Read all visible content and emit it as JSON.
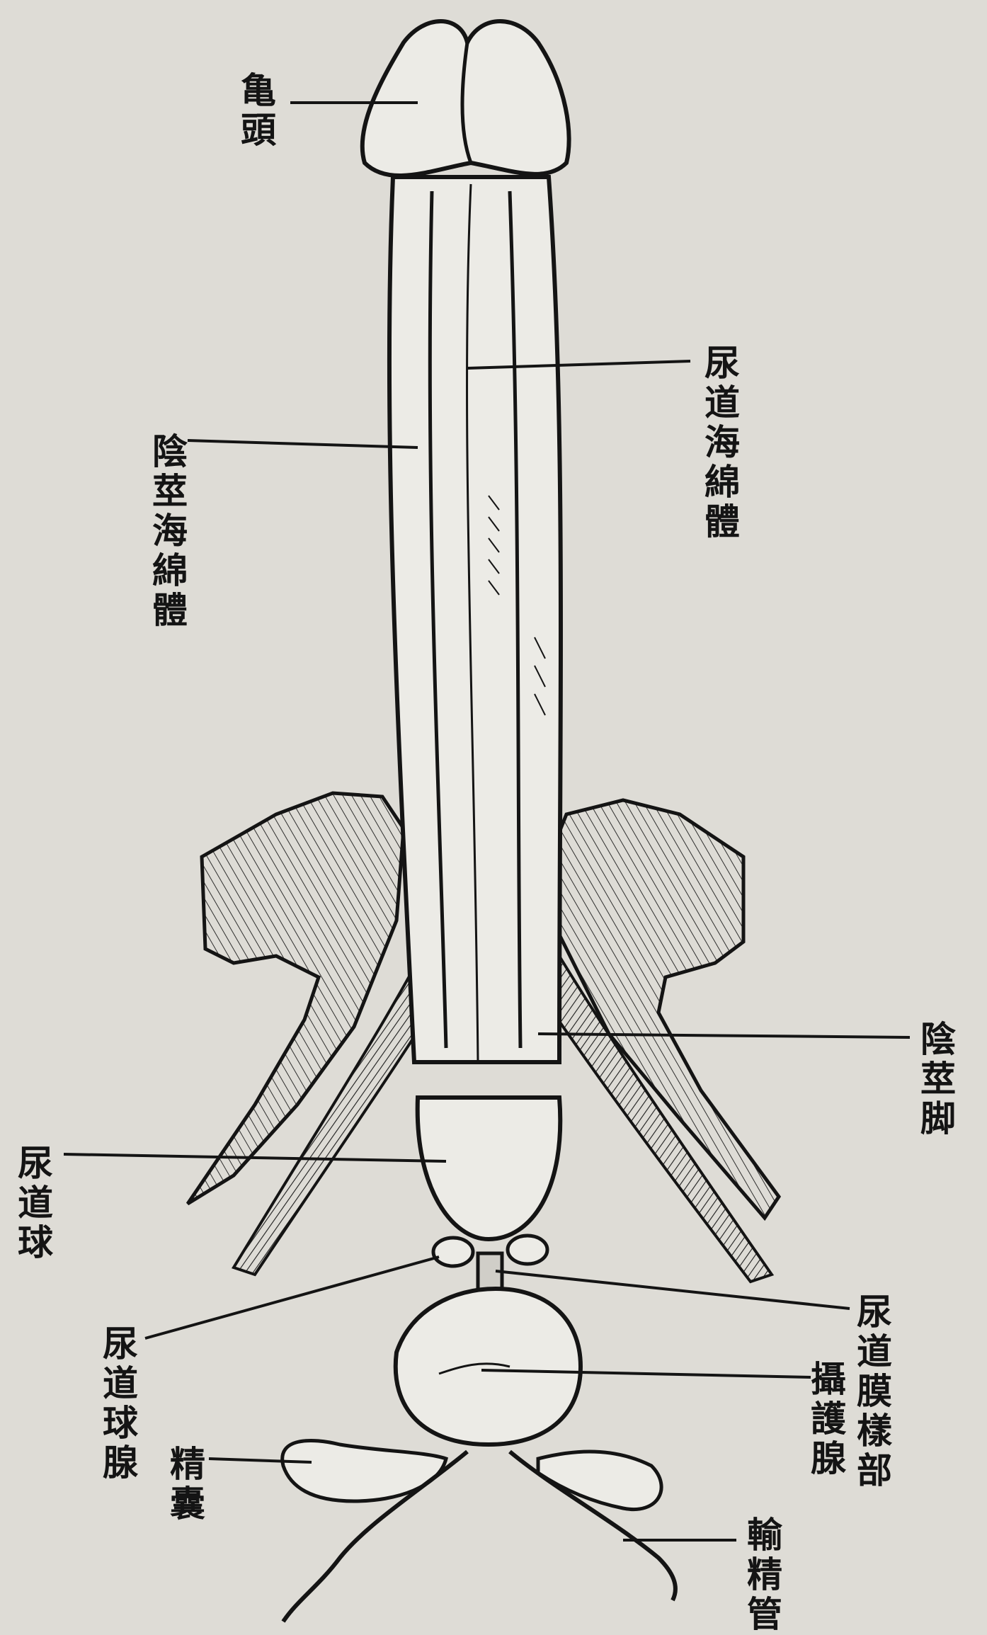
{
  "labels": {
    "glans": "亀頭",
    "corpus_spongiosum": "尿道海綿體",
    "corpus_cavernosum": "陰莖海綿體",
    "crus": "陰莖脚",
    "bulb": "尿道球",
    "membranous_urethra": "尿道膜樣部",
    "bulbourethral_gland": "尿道球腺",
    "prostate": "攝護腺",
    "seminal_vesicle": "精囊",
    "vas_deferens": "輸精管"
  },
  "colors": {
    "paper": "#dedcd6",
    "ink": "#141414",
    "organ_fill": "#ecebe6"
  }
}
